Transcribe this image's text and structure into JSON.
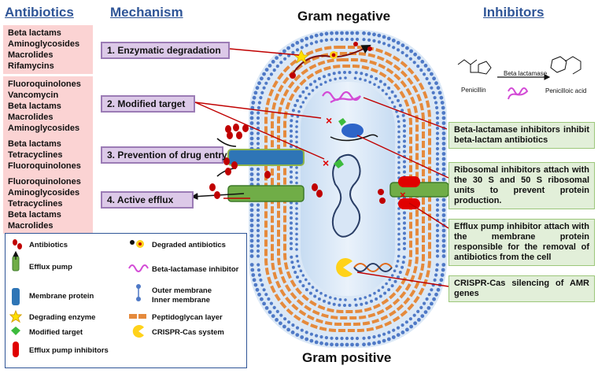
{
  "headers": {
    "antibiotics": "Antibiotics",
    "mechanism": "Mechanism",
    "inhibitors": "Inhibitors",
    "gram_negative": "Gram negative",
    "gram_positive": "Gram positive"
  },
  "antibiotic_groups": [
    [
      "Beta lactams",
      "Aminoglycosides",
      "Macrolides",
      "Rifamycins"
    ],
    [
      "Fluoroquinolones",
      "Vancomycin",
      "Beta lactams",
      "Macrolides",
      "Aminoglycosides"
    ],
    [
      "Beta lactams",
      "Tetracyclines",
      "Fluoroquinolones"
    ],
    [
      "Fluoroquinolones",
      "Aminoglycosides",
      "Tetracyclines",
      "Beta lactams",
      "Macrolides"
    ]
  ],
  "mechanisms": [
    "1. Enzymatic degradation",
    "2. Modified target",
    "3. Prevention of drug entry",
    "4. Active efflux"
  ],
  "inhibitors": [
    "Beta-lactamase inhibitors inhibit beta-lactam antibiotics",
    "Ribosomal inhibitors attach with the 30 S and 50 S ribosomal units to prevent protein production.",
    "Efflux pump inhibitor attach with the membrane protein responsible for the removal of antibiotics from the cell",
    "CRISPR-Cas silencing of AMR genes"
  ],
  "reaction": {
    "reactant": "Penicillin",
    "enzyme": "Beta lactamase",
    "product": "Penicilloic acid"
  },
  "legend": {
    "antibiotics": "Antibiotics",
    "efflux_pump": "Efflux pump",
    "membrane_protein": "Membrane protein",
    "degrading_enzyme": "Degrading enzyme",
    "modified_target": "Modified target",
    "efflux_pump_inhibitors": "Efflux pump inhibitors",
    "degraded_antibiotics": "Degraded antibiotics",
    "beta_lactamase_inhibitor": "Beta-lactamase inhibitor",
    "outer_membrane": "Outer membrane",
    "inner_membrane": "Inner membrane",
    "peptidoglycan_layer": "Peptidoglycan layer",
    "crispr_cas": "CRISPR-Cas system"
  },
  "colors": {
    "header_blue": "#2f5597",
    "antibiotic_red": "#c00000",
    "membrane_blue": "#4f79c6",
    "peptidoglycan": "#e58a3c",
    "mechanism_purple": "#dcc9e8",
    "antibiotic_box": "#fbd3d3",
    "inhibitor_green": "#e2efd9"
  }
}
